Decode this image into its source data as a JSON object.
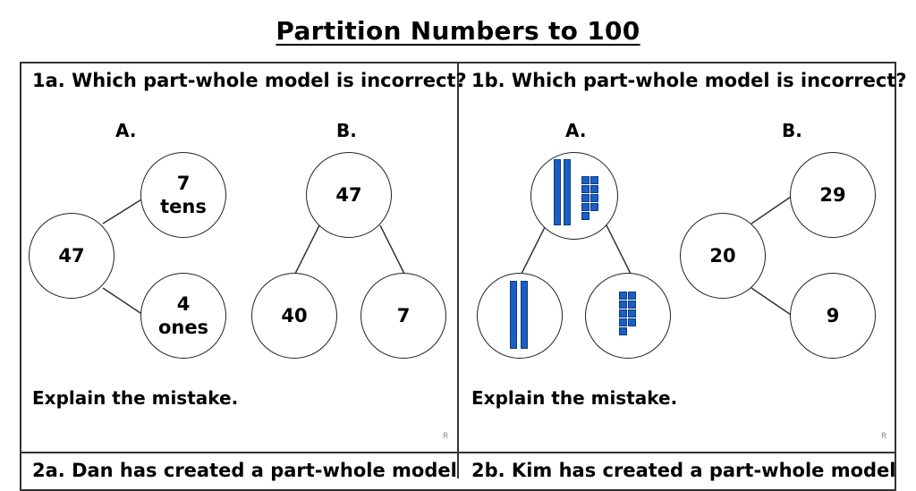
{
  "title": "Partition Numbers to 100",
  "panel_1a": {
    "question": "1a. Which part-whole model is incorrect?",
    "label_a": "A.",
    "label_b": "B.",
    "model_a": {
      "whole": "47",
      "part1_line1": "7",
      "part1_line2": "tens",
      "part2_line1": "4",
      "part2_line2": "ones"
    },
    "model_b": {
      "whole": "47",
      "part1": "40",
      "part2": "7"
    },
    "explain": "Explain the mistake.",
    "mark": "R"
  },
  "panel_1b": {
    "question": "1b. Which part-whole model is incorrect?",
    "label_a": "A.",
    "label_b": "B.",
    "model_a": {
      "whole_tens": 2,
      "whole_ones": 9,
      "part1_tens": 2,
      "part2_ones": 9
    },
    "model_b": {
      "whole": "20",
      "part1": "29",
      "part2": "9"
    },
    "explain": "Explain the mistake.",
    "mark": "R"
  },
  "panel_2a": {
    "question": "2a. Dan has created a part-whole model"
  },
  "panel_2b": {
    "question": "2b. Kim has created a part-whole model"
  },
  "colors": {
    "base_ten_blue": "#1a5fc2",
    "border": "#333333"
  }
}
